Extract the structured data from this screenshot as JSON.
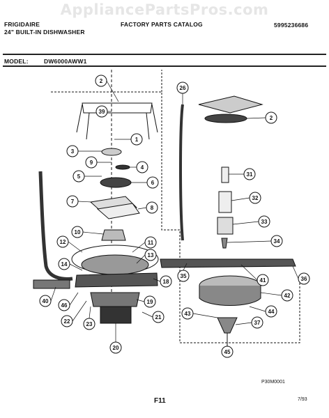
{
  "watermark": "AppliancePartsPros.com",
  "header": {
    "brand": "FRIGIDAIRE",
    "product": "24\" BUILT-IN DISHWASHER",
    "catalog": "FACTORY PARTS CATALOG",
    "catalog_no": "5995236686"
  },
  "model": {
    "label": "MODEL:",
    "value": "DW6000AWW1"
  },
  "callouts": [
    {
      "num": "2"
    },
    {
      "num": "39"
    },
    {
      "num": "1"
    },
    {
      "num": "3"
    },
    {
      "num": "9"
    },
    {
      "num": "4"
    },
    {
      "num": "5"
    },
    {
      "num": "6"
    },
    {
      "num": "7"
    },
    {
      "num": "8"
    },
    {
      "num": "10"
    },
    {
      "num": "12"
    },
    {
      "num": "11"
    },
    {
      "num": "13"
    },
    {
      "num": "14"
    },
    {
      "num": "18"
    },
    {
      "num": "40"
    },
    {
      "num": "46"
    },
    {
      "num": "22"
    },
    {
      "num": "23"
    },
    {
      "num": "19"
    },
    {
      "num": "21"
    },
    {
      "num": "20"
    },
    {
      "num": "26"
    },
    {
      "num": "2"
    },
    {
      "num": "31"
    },
    {
      "num": "32"
    },
    {
      "num": "33"
    },
    {
      "num": "34"
    },
    {
      "num": "35"
    },
    {
      "num": "41"
    },
    {
      "num": "36"
    },
    {
      "num": "42"
    },
    {
      "num": "43"
    },
    {
      "num": "44"
    },
    {
      "num": "37"
    },
    {
      "num": "45"
    }
  ],
  "footer": {
    "code": "P30M0001",
    "page": "F11",
    "date": "7/93"
  }
}
